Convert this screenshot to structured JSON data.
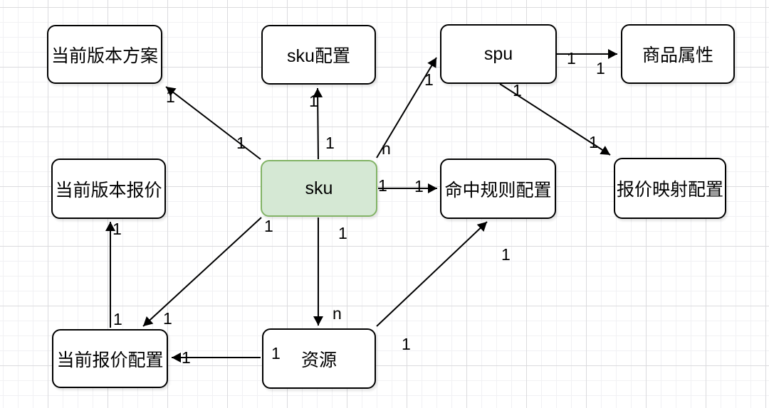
{
  "diagram": {
    "type": "entity-relationship-diagram",
    "nodes": [
      {
        "id": "current-version-plan",
        "label": "当前版本方案"
      },
      {
        "id": "sku-config",
        "label": "sku配置"
      },
      {
        "id": "spu",
        "label": "spu"
      },
      {
        "id": "product-attribute",
        "label": "商品属性"
      },
      {
        "id": "sku",
        "label": "sku",
        "highlighted": true
      },
      {
        "id": "current-version-quote",
        "label": "当前版本报价"
      },
      {
        "id": "hit-rule-config",
        "label": "命中规则配置"
      },
      {
        "id": "quote-mapping-config",
        "label": "报价映射配置"
      },
      {
        "id": "current-quote-config",
        "label": "当前报价配置"
      },
      {
        "id": "resource",
        "label": "资源"
      }
    ],
    "edges": [
      {
        "from": "sku",
        "to": "current-version-plan",
        "source_label": "1",
        "target_label": "1"
      },
      {
        "from": "sku",
        "to": "sku-config",
        "source_label": "1",
        "target_label": "1"
      },
      {
        "from": "sku",
        "to": "spu",
        "source_label": "n",
        "target_label": "1"
      },
      {
        "from": "spu",
        "to": "product-attribute",
        "source_label": "1",
        "target_label": "1"
      },
      {
        "from": "spu",
        "to": "quote-mapping-config",
        "source_label": "1",
        "target_label": "1"
      },
      {
        "from": "sku",
        "to": "hit-rule-config",
        "source_label": "1",
        "target_label": "1"
      },
      {
        "from": "sku",
        "to": "current-quote-config",
        "source_label": "1",
        "target_label": "1"
      },
      {
        "from": "current-quote-config",
        "to": "current-version-quote",
        "source_label": "1",
        "target_label": "1"
      },
      {
        "from": "sku",
        "to": "resource",
        "source_label": "1",
        "target_label": "n"
      },
      {
        "from": "resource",
        "to": "current-quote-config",
        "source_label": "1",
        "target_label": "1"
      },
      {
        "from": "resource",
        "to": "hit-rule-config",
        "source_label": "1",
        "target_label": "1"
      }
    ],
    "colors": {
      "node_fill": "#ffffff",
      "node_border": "#000000",
      "highlight_fill": "#d5e8d4",
      "highlight_border": "#82b366",
      "edge_color": "#000000"
    }
  }
}
